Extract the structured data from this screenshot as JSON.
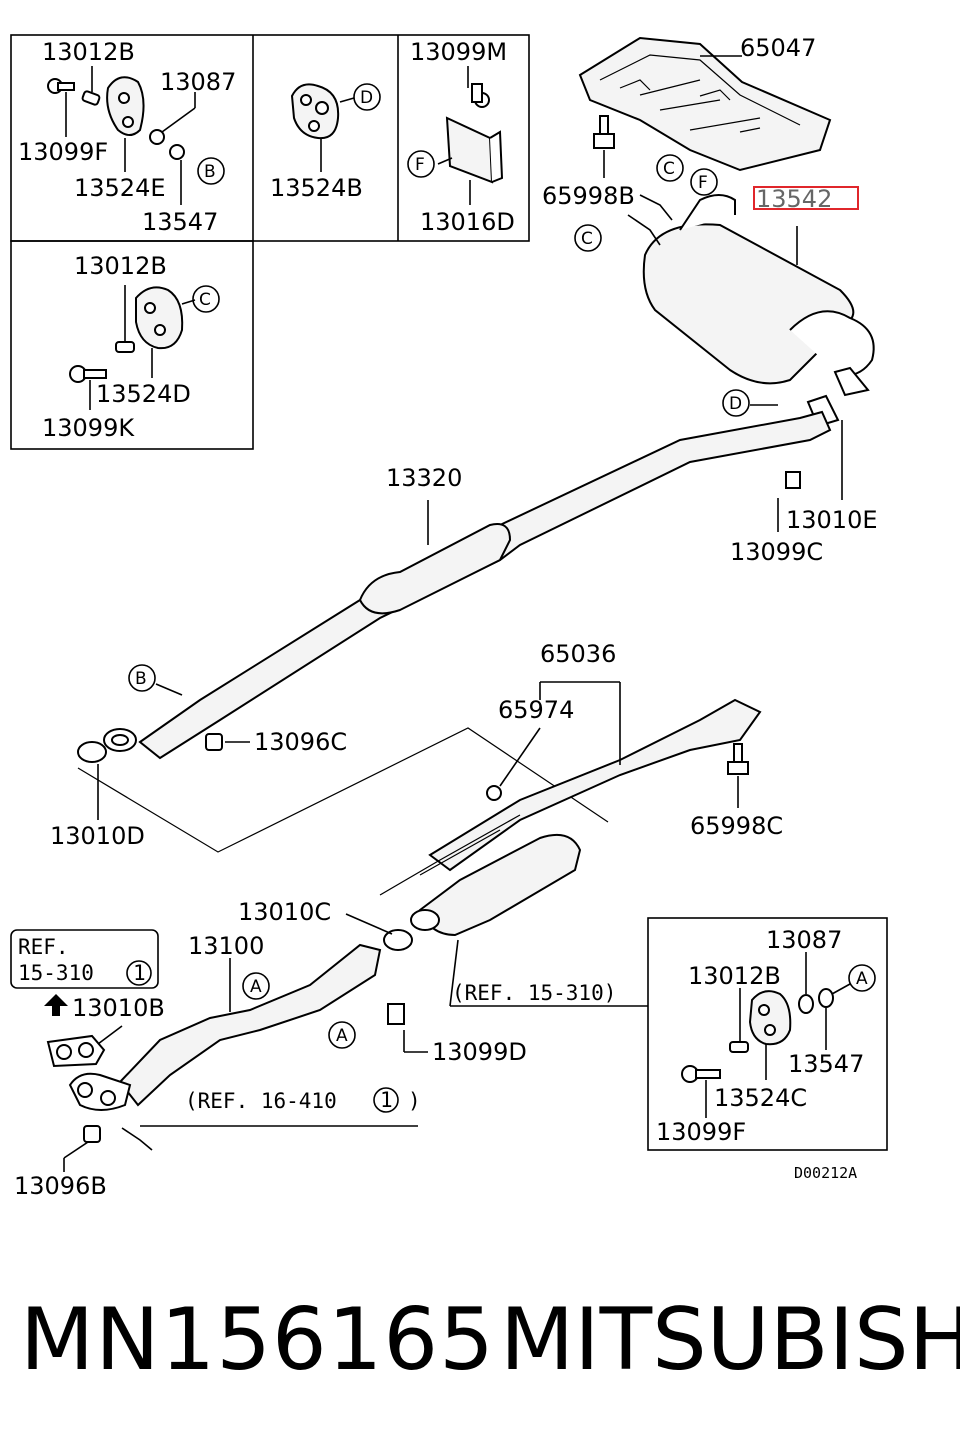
{
  "callouts": {
    "tl_13012B": "13012B",
    "tl_13087": "13087",
    "tl_13099F": "13099F",
    "tl_13524E": "13524E",
    "tl_13547": "13547",
    "tm_13524B": "13524B",
    "tr_13099M": "13099M",
    "tr_13016D": "13016D",
    "bl_13012B": "13012B",
    "bl_13524D": "13524D",
    "bl_13099K": "13099K",
    "p65047": "65047",
    "p65998B": "65998B",
    "p13542": "13542",
    "p13320": "13320",
    "p13010E": "13010E",
    "p13099C": "13099C",
    "p13096C": "13096C",
    "p13010D": "13010D",
    "p65036": "65036",
    "p65974": "65974",
    "p65998C": "65998C",
    "p13010C": "13010C",
    "p13100": "13100",
    "p13010B": "13010B",
    "p13099D": "13099D",
    "p13096B": "13096B",
    "br_13087": "13087",
    "br_13012B": "13012B",
    "br_13547": "13547",
    "br_13524C": "13524C",
    "br_13099F": "13099F"
  },
  "refs": {
    "ref_box_line1": "REF.",
    "ref_box_line2": "15-310",
    "ref_box_num": "1",
    "ref_15_310": "(REF. 15-310)",
    "ref_16_410": "(REF. 16-410",
    "ref_16_410_num": "1",
    "ref_16_410_close": ")"
  },
  "markers": {
    "A": "A",
    "B": "B",
    "C": "C",
    "D": "D",
    "F": "F"
  },
  "diagram_code": "D00212A",
  "highlight_color": "#e0262b",
  "footer": {
    "part_number": "MN156165",
    "brand": "MITSUBISHI"
  }
}
